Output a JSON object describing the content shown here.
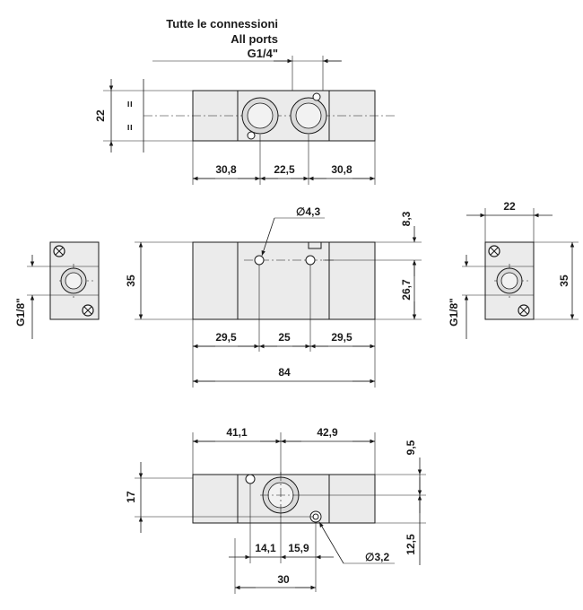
{
  "header": {
    "line1": "Tutte le connessioni",
    "line2": "All ports",
    "line3": "G1/4\""
  },
  "top_view": {
    "height_label": "22",
    "equal_mark_upper": "=",
    "equal_mark_lower": "=",
    "dims": [
      "30,8",
      "22,5",
      "30,8"
    ]
  },
  "front_view": {
    "hole_label": "∅4,3",
    "top_offset": "8,3",
    "height": "35",
    "hole_height": "26,7",
    "dims": [
      "29,5",
      "25",
      "29,5"
    ],
    "overall_length": "84"
  },
  "left_view": {
    "port_label": "G1/8\""
  },
  "right_view": {
    "width": "22",
    "height": "35",
    "port_label": "G1/8\""
  },
  "bottom_view": {
    "dims_top": [
      "41,1",
      "42,9"
    ],
    "height": "17",
    "right_top": "9,5",
    "right_bottom": "12,5",
    "dims_small": [
      "14,1",
      "15,9"
    ],
    "span": "30",
    "hole_label": "∅3,2"
  }
}
